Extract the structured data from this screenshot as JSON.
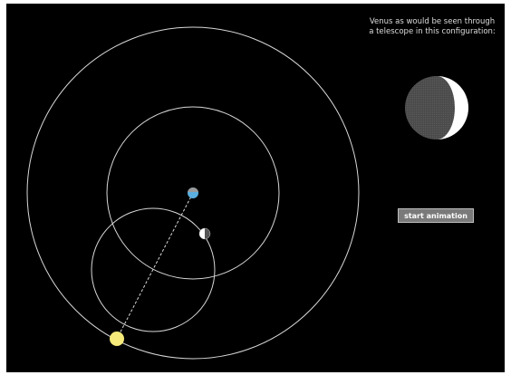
{
  "caption": {
    "line1": "Venus as would be seen through",
    "line2": "a telescope in this configuration:"
  },
  "button": {
    "label": "start animation"
  },
  "colors": {
    "background": "#000000",
    "orbits": "#d8d8d8",
    "earth": "#5aaee0",
    "sun": "#f5ea7a",
    "venus_phase_dark": "#4a4a4a",
    "venus_phase_lit": "#ffffff",
    "button": "#7a7a7a"
  }
}
